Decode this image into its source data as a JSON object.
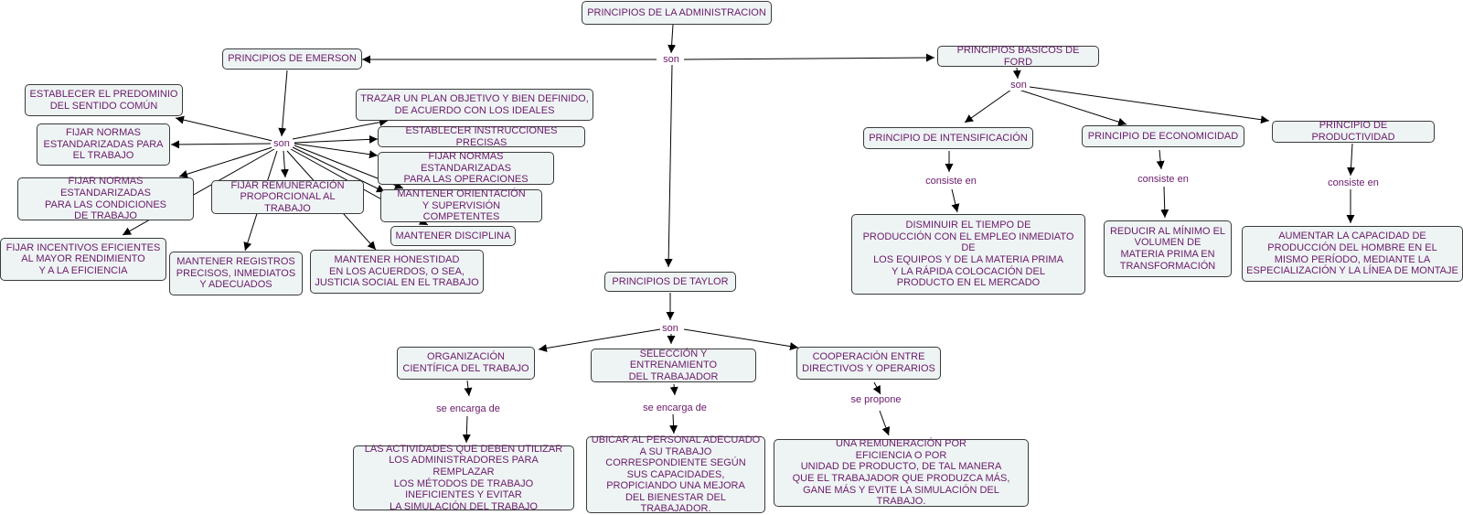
{
  "nodes": {
    "root": "PRINCIPIOS DE LA ADMINISTRACION",
    "emerson": "PRINCIPIOS DE EMERSON",
    "ford": "PRINCIPIOS BASICOS DE FORD",
    "taylor": "PRINCIPIOS DE TAYLOR",
    "em_predominio": "ESTABLECER EL PREDOMINIO\nDEL SENTIDO COMÚN",
    "em_normas_trabajo": "FIJAR NORMAS\nESTANDARIZADAS PARA\nEL TRABAJO",
    "em_normas_condiciones": "FIJAR NORMAS ESTANDARIZADAS\nPARA LAS CONDICIONES\nDE TRABAJO",
    "em_incentivos": "FIJAR INCENTIVOS EFICIENTES\nAL MAYOR RENDIMIENTO\nY A LA EFICIENCIA",
    "em_registros": "MANTENER REGISTROS\nPRECISOS, INMEDIATOS\nY ADECUADOS",
    "em_honestidad": "MANTENER HONESTIDAD\nEN LOS ACUERDOS, O SEA,\nJUSTICIA SOCIAL EN EL TRABAJO",
    "em_remuneracion": "FIJAR REMUNERACIÓN\nPROPORCIONAL AL TRABAJO",
    "em_disciplina": "MANTENER DISCIPLINA",
    "em_orientacion": "MANTENER ORIENTACIÓN\nY SUPERVISIÓN COMPETENTES",
    "em_normas_operaciones": "FIJAR NORMAS ESTANDARIZADAS\nPARA LAS OPERACIONES",
    "em_instrucciones": "ESTABLECER INSTRUCCIONES PRECISAS",
    "em_plan": "TRAZAR UN PLAN OBJETIVO Y BIEN DEFINIDO,\nDE ACUERDO CON LOS IDEALES",
    "fo_intensificacion": "PRINCIPIO DE INTENSIFICACIÓN",
    "fo_economicidad": "PRINCIPIO DE ECONOMICIDAD",
    "fo_productividad": "PRINCIPIO DE PRODUCTIVIDAD",
    "fo_intens_desc": "DISMINUIR EL TIEMPO DE\nPRODUCCIÓN CON EL EMPLEO INMEDIATO DE\nLOS EQUIPOS Y DE LA MATERIA PRIMA\nY LA RÁPIDA COLOCACIÓN DEL\nPRODUCTO EN EL MERCADO",
    "fo_econ_desc": "REDUCIR AL MÍNIMO EL\nVOLUMEN DE\nMATERIA PRIMA EN\nTRANSFORMACIÓN",
    "fo_prod_desc": "AUMENTAR LA CAPACIDAD DE\nPRODUCCIÓN DEL HOMBRE EN EL\nMISMO PERÍODO, MEDIANTE LA\nESPECIALIZACIÓN Y LA LÍNEA DE MONTAJE",
    "ta_organizacion": "ORGANIZACIÓN\nCIENTÍFICA DEL TRABAJO",
    "ta_seleccion": "SELECCIÓN Y ENTRENAMIENTO\nDEL TRABAJADOR",
    "ta_cooperacion": "COOPERACIÓN ENTRE\nDIRECTIVOS Y OPERARIOS",
    "ta_org_desc": "LAS ACTIVIDADES QUE DEBEN UTILIZAR\nLOS ADMINISTRADORES PARA REMPLAZAR\nLOS MÉTODOS DE TRABAJO\nINEFICIENTES Y EVITAR\nLA SIMULACIÓN DEL TRABAJO",
    "ta_sel_desc": "UBICAR AL PERSONAL ADECUADO\nA SU TRABAJO\nCORRESPONDIENTE SEGÚN\nSUS CAPACIDADES,\nPROPICIANDO UNA MEJORA\nDEL BIENESTAR DEL TRABAJADOR.",
    "ta_coop_desc": "UNA REMUNERACIÓN POR\nEFICIENCIA O POR\nUNIDAD DE PRODUCTO, DE TAL MANERA\nQUE EL TRABAJADOR QUE PRODUZCA MÁS,\nGANE MÁS Y EVITE LA SIMULACIÓN DEL TRABAJO."
  },
  "labels": {
    "root_son": "son",
    "emerson_son": "son",
    "ford_son": "son",
    "taylor_son": "son",
    "intens_consiste": "consiste en",
    "econ_consiste": "consiste en",
    "prod_consiste": "consiste en",
    "org_encarga": "se encarga de",
    "sel_encarga": "se encarga de",
    "coop_propone": "se propone"
  },
  "colors": {
    "node_fill": "#eef4f4",
    "node_border": "#3a3a3a",
    "text": "#6a1a6a",
    "edge": "#000000"
  }
}
